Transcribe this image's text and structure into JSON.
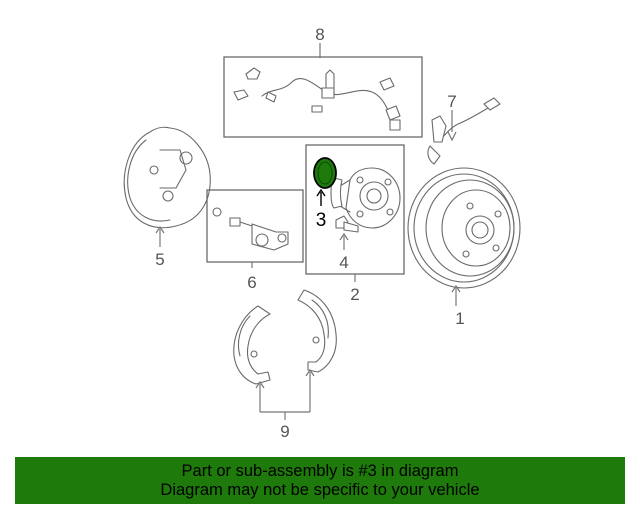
{
  "diagram": {
    "callouts": {
      "c1": "1",
      "c2": "2",
      "c3": "3",
      "c4": "4",
      "c5": "5",
      "c6": "6",
      "c7": "7",
      "c8": "8",
      "c9": "9"
    },
    "highlight_color": "#1e7a0a"
  },
  "banner": {
    "line1": "Part or sub-assembly is #3 in diagram",
    "line2": "Diagram may not be specific to your vehicle",
    "bg_color": "#1e7a0a"
  }
}
